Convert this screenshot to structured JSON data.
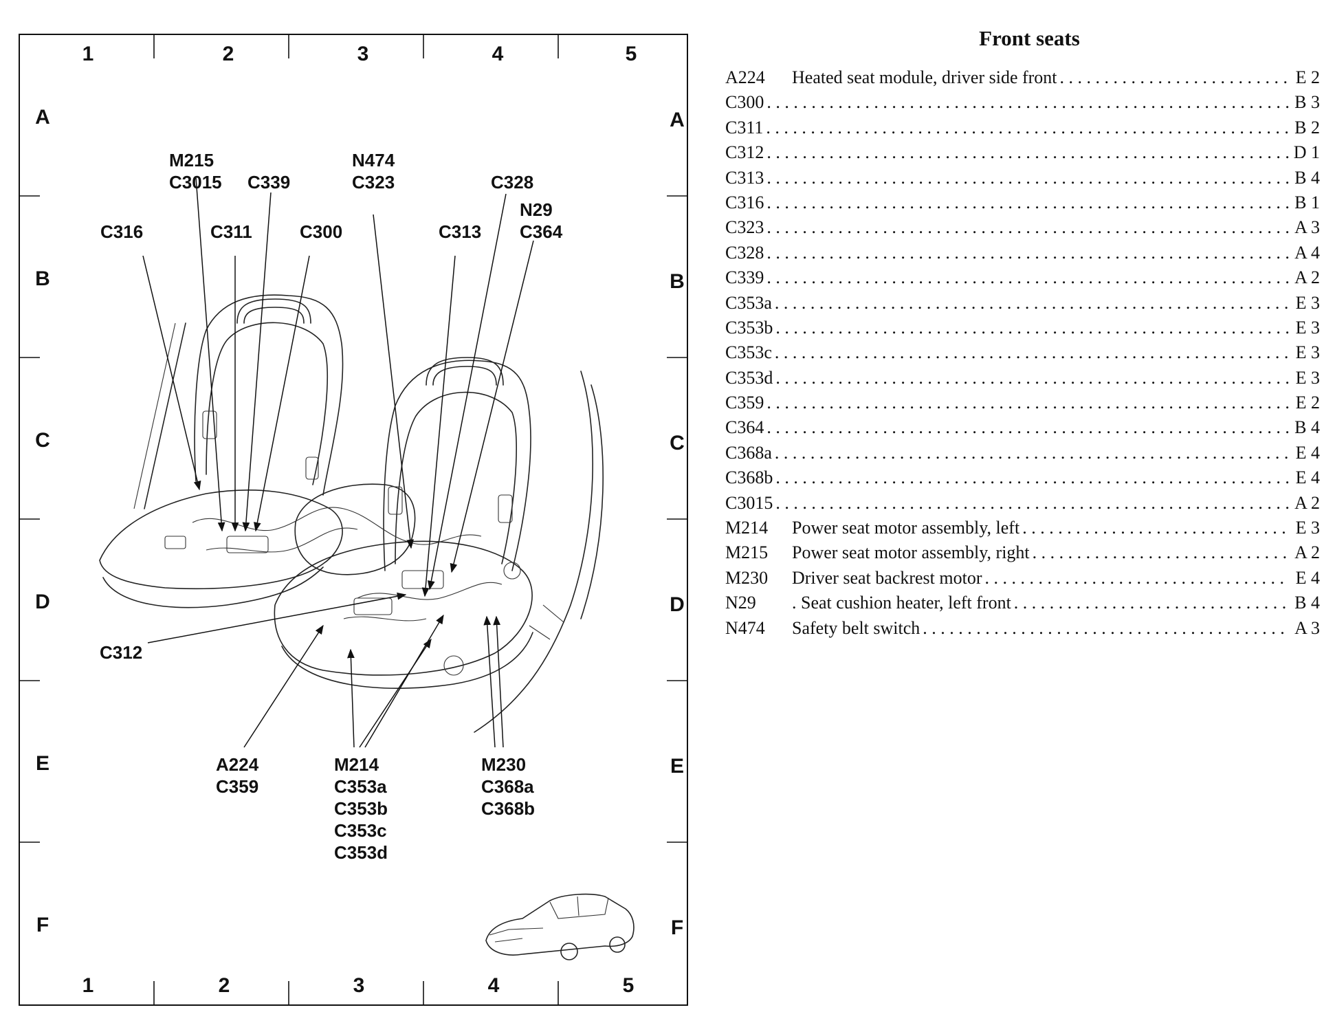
{
  "grid": {
    "columns": [
      "1",
      "2",
      "3",
      "4",
      "5"
    ],
    "rows": [
      "A",
      "B",
      "C",
      "D",
      "E",
      "F"
    ]
  },
  "callouts": {
    "m215": "M215",
    "c3015": "C3015",
    "c339": "C339",
    "n474": "N474",
    "c323": "C323",
    "c328": "C328",
    "n29": "N29",
    "c364": "C364",
    "c316": "C316",
    "c311": "C311",
    "c300": "C300",
    "c313": "C313",
    "c312": "C312",
    "a224": "A224",
    "c359": "C359",
    "m214": "M214",
    "c353a": "C353a",
    "c353b": "C353b",
    "c353c": "C353c",
    "c353d": "C353d",
    "m230": "M230",
    "c368a": "C368a",
    "c368b": "C368b"
  },
  "legend": {
    "title": "Front seats",
    "entries": [
      {
        "code": "A224",
        "desc": "Heated seat module, driver side front",
        "loc": "E 2"
      },
      {
        "code": "C300",
        "desc": "",
        "loc": "B 3"
      },
      {
        "code": "C311",
        "desc": "",
        "loc": "B 2"
      },
      {
        "code": "C312",
        "desc": "",
        "loc": "D 1"
      },
      {
        "code": "C313",
        "desc": "",
        "loc": "B 4"
      },
      {
        "code": "C316",
        "desc": "",
        "loc": "B 1"
      },
      {
        "code": "C323",
        "desc": "",
        "loc": "A 3"
      },
      {
        "code": "C328",
        "desc": "",
        "loc": "A 4"
      },
      {
        "code": "C339",
        "desc": "",
        "loc": "A 2"
      },
      {
        "code": "C353a",
        "desc": "",
        "loc": "E 3"
      },
      {
        "code": "C353b",
        "desc": "",
        "loc": "E 3"
      },
      {
        "code": "C353c",
        "desc": "",
        "loc": "E 3"
      },
      {
        "code": "C353d",
        "desc": "",
        "loc": "E 3"
      },
      {
        "code": "C359",
        "desc": "",
        "loc": "E 2"
      },
      {
        "code": "C364",
        "desc": "",
        "loc": "B 4"
      },
      {
        "code": "C368a",
        "desc": "",
        "loc": "E 4"
      },
      {
        "code": "C368b",
        "desc": "",
        "loc": "E 4"
      },
      {
        "code": "C3015",
        "desc": "",
        "loc": "A 2"
      },
      {
        "code": "M214",
        "desc": "Power seat motor assembly, left",
        "loc": "E 3"
      },
      {
        "code": "M215",
        "desc": "Power seat motor assembly, right",
        "loc": "A 2"
      },
      {
        "code": "M230",
        "desc": "Driver seat backrest motor",
        "loc": "E 4"
      },
      {
        "code": "N29",
        "desc": ". Seat cushion heater, left front",
        "loc": "B 4"
      },
      {
        "code": "N474",
        "desc": "Safety belt switch",
        "loc": "A 3"
      }
    ]
  }
}
